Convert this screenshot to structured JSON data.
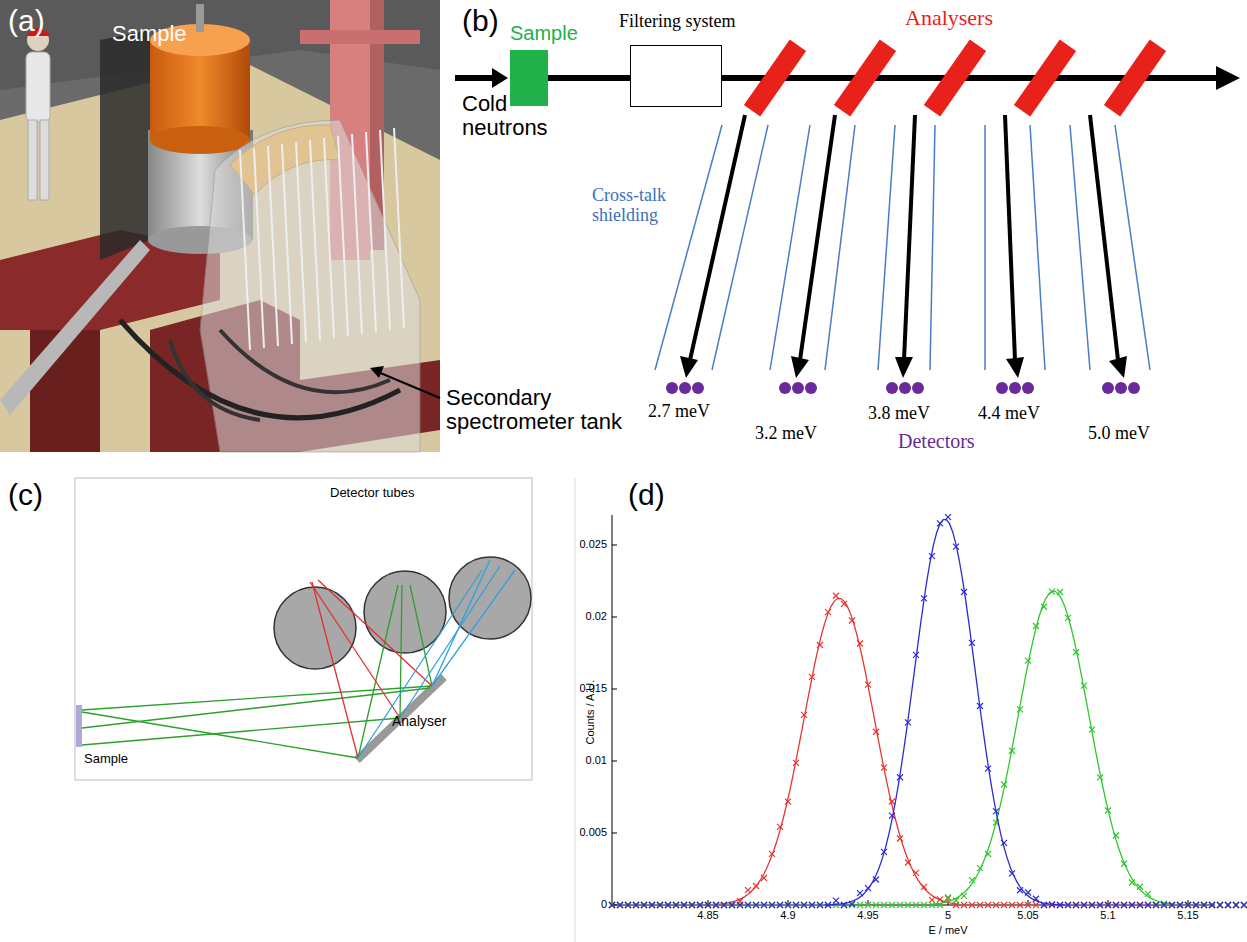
{
  "diagram": {
    "nodes": [
      {
        "text": [
          "Sample"
        ]
      },
      {
        "text": [
          "Filtering system"
        ]
      }
    ],
    "edges": [
      {
        "from": 0,
        "to": 1,
        "arrow": "none"
      }
    ],
    "labels": [
      "(a)",
      "Sample",
      "Secondary spectrometer tank",
      "(b)",
      "Cold neutrons",
      "Analysers",
      "Cross-talk shielding",
      "2.7 meV",
      "3.2 meV",
      "3.8 meV",
      "4.4 meV",
      "5.0 meV",
      "Detectors",
      "(c)",
      "Detector tubes",
      "Sample",
      "Analyser",
      "(d)",
      "0",
      "0.005",
      "0.01",
      "0.015",
      "0.02",
      "0.025",
      "4.85",
      "4.9",
      "4.95",
      "5",
      "5.05",
      "5.1",
      "5.15",
      "Counts / A.U.",
      "E / meV"
    ]
  }
}
